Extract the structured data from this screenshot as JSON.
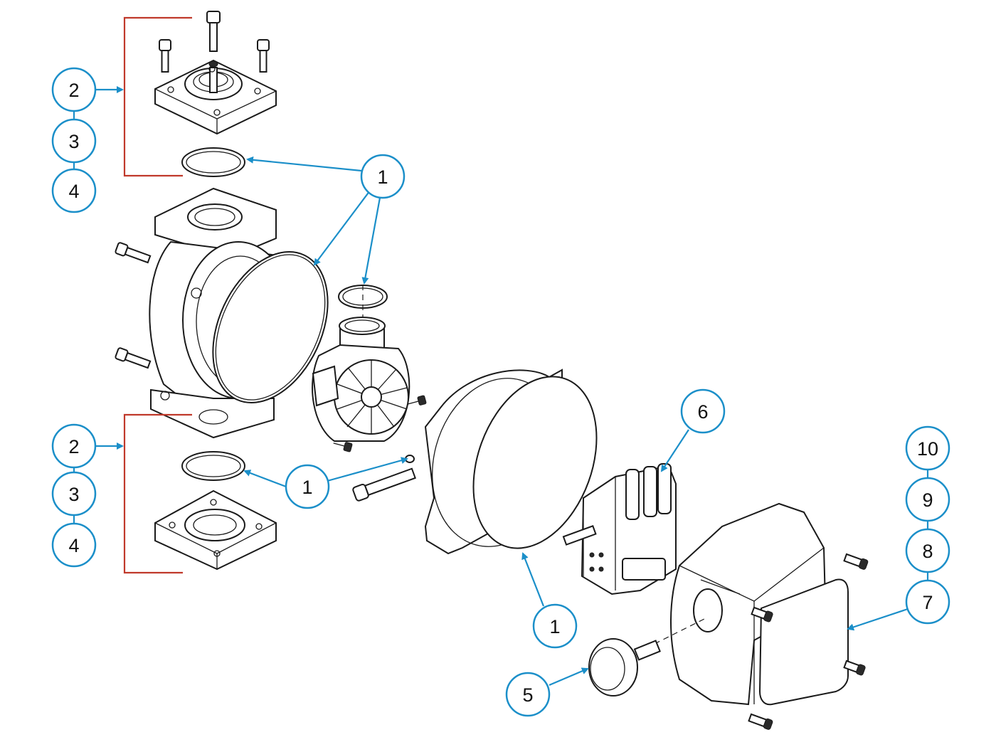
{
  "callouts": {
    "c2_top": "2",
    "c3_top": "3",
    "c4_top": "4",
    "c1_a": "1",
    "c2_bot": "2",
    "c3_bot": "3",
    "c4_bot": "4",
    "c1_b": "1",
    "c6": "6",
    "c10": "10",
    "c9": "9",
    "c8": "8",
    "c7": "7",
    "c1_c": "1",
    "c5": "5"
  },
  "colors": {
    "leader": "#1b8fc9",
    "bracket": "#c0392b",
    "linework": "#1a1a1a"
  }
}
